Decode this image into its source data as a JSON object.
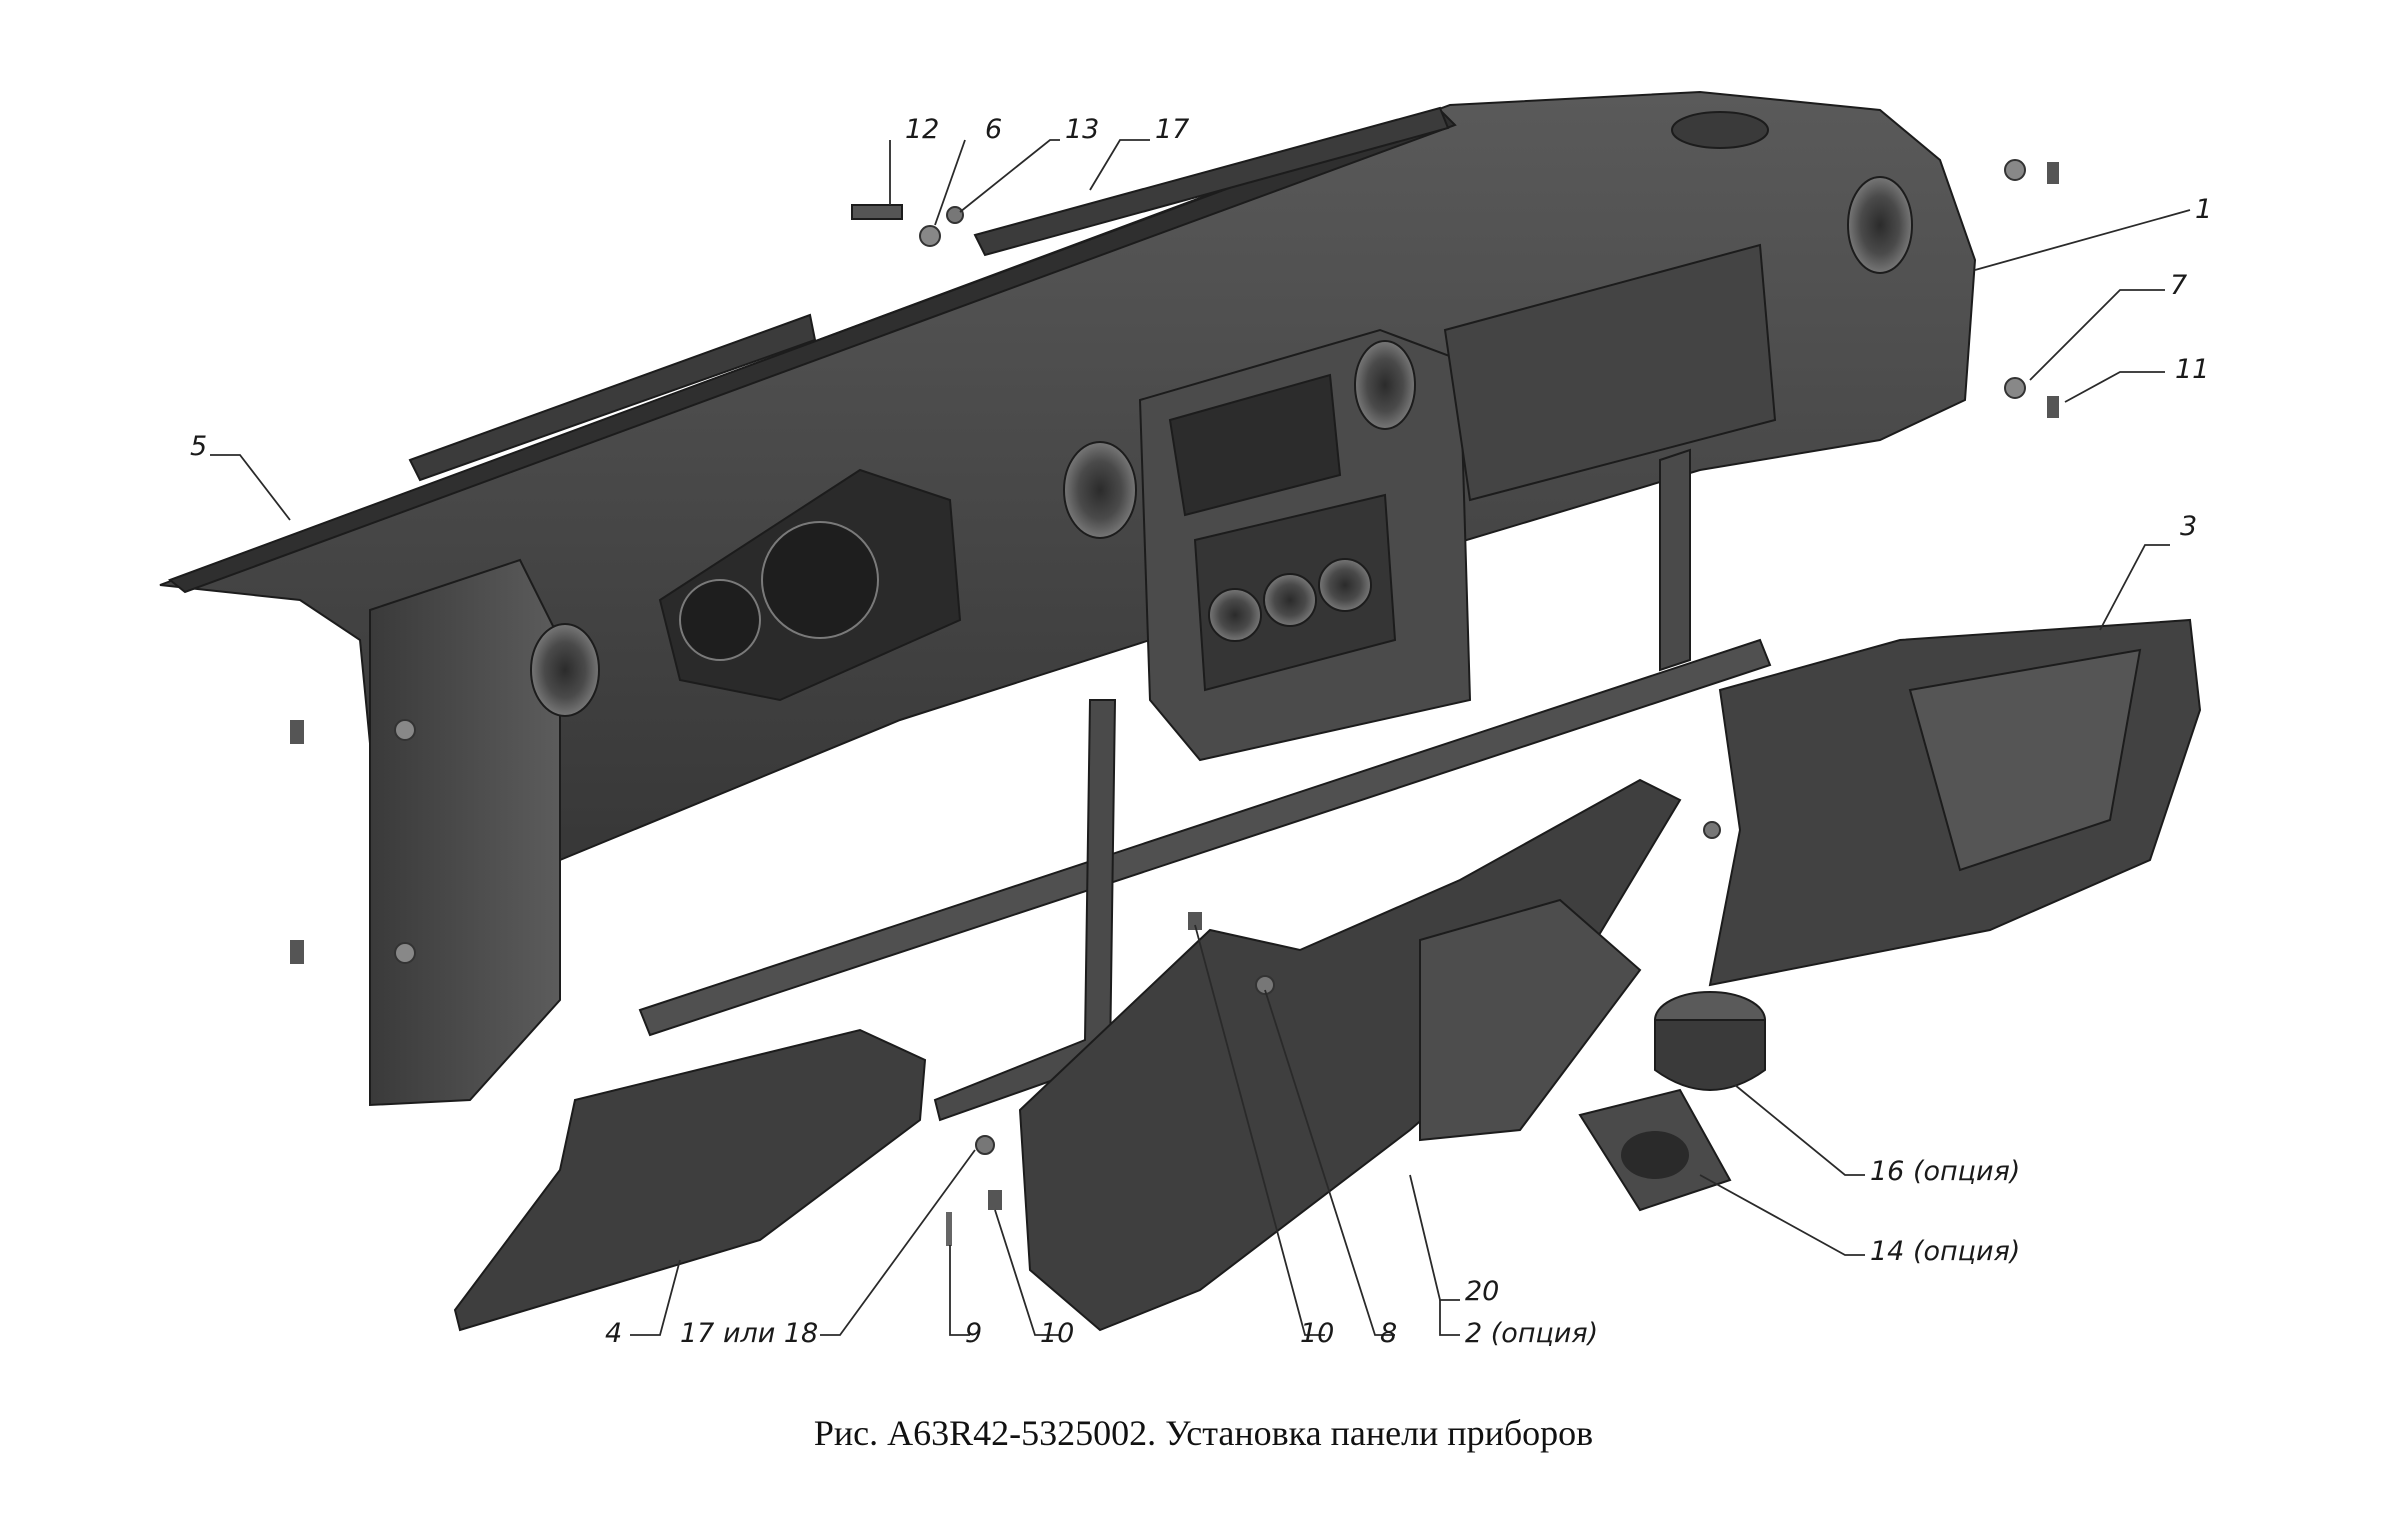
{
  "caption": "Рис. А63R42-5325002. Установка панели приборов",
  "colors": {
    "part_dark": "#3d3d3d",
    "part_mid": "#555555",
    "part_light": "#6e6e6e",
    "part_shadow": "#262626",
    "leader": "#2a2a2a"
  },
  "callouts": {
    "c1": "1",
    "c2": "2 (опция)",
    "c3": "3",
    "c4": "4",
    "c5": "5",
    "c6": "6",
    "c7": "7",
    "c8": "8",
    "c9": "9",
    "c10a": "10",
    "c10b": "10",
    "c11": "11",
    "c12": "12",
    "c13": "13",
    "c14": "14 (опция)",
    "c16": "16 (опция)",
    "c17": "17",
    "c17or18": "17 или 18",
    "c20": "20"
  }
}
